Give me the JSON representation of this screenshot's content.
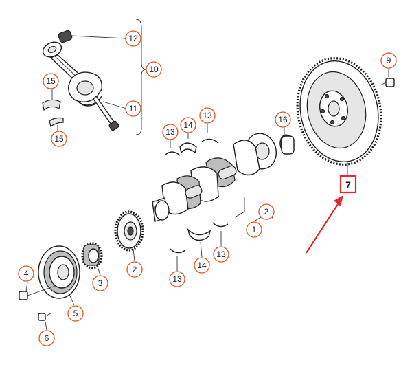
{
  "callouts": [
    {
      "id": "c12",
      "label": "12"
    },
    {
      "id": "c10",
      "label": "10"
    },
    {
      "id": "c15a",
      "label": "15"
    },
    {
      "id": "c15b",
      "label": "15"
    },
    {
      "id": "c11",
      "label": "11"
    },
    {
      "id": "c13a",
      "label": "13"
    },
    {
      "id": "c14a",
      "label": "14"
    },
    {
      "id": "c13b",
      "label": "13"
    },
    {
      "id": "c16",
      "label": "16"
    },
    {
      "id": "c9",
      "label": "9"
    },
    {
      "id": "c2a",
      "label": "2"
    },
    {
      "id": "c1",
      "label": "1"
    },
    {
      "id": "c13c",
      "label": "13"
    },
    {
      "id": "c14b",
      "label": "14"
    },
    {
      "id": "c13d",
      "label": "13"
    },
    {
      "id": "c2b",
      "label": "2"
    },
    {
      "id": "c3",
      "label": "3"
    },
    {
      "id": "c4",
      "label": "4"
    },
    {
      "id": "c5",
      "label": "5"
    },
    {
      "id": "c6",
      "label": "6"
    }
  ],
  "highlighted_callout": {
    "label": "7",
    "color": "#e8262a"
  },
  "colors": {
    "callout_ring": "#e2541e",
    "highlight": "#e8262a",
    "line": "#1e1e1e"
  }
}
